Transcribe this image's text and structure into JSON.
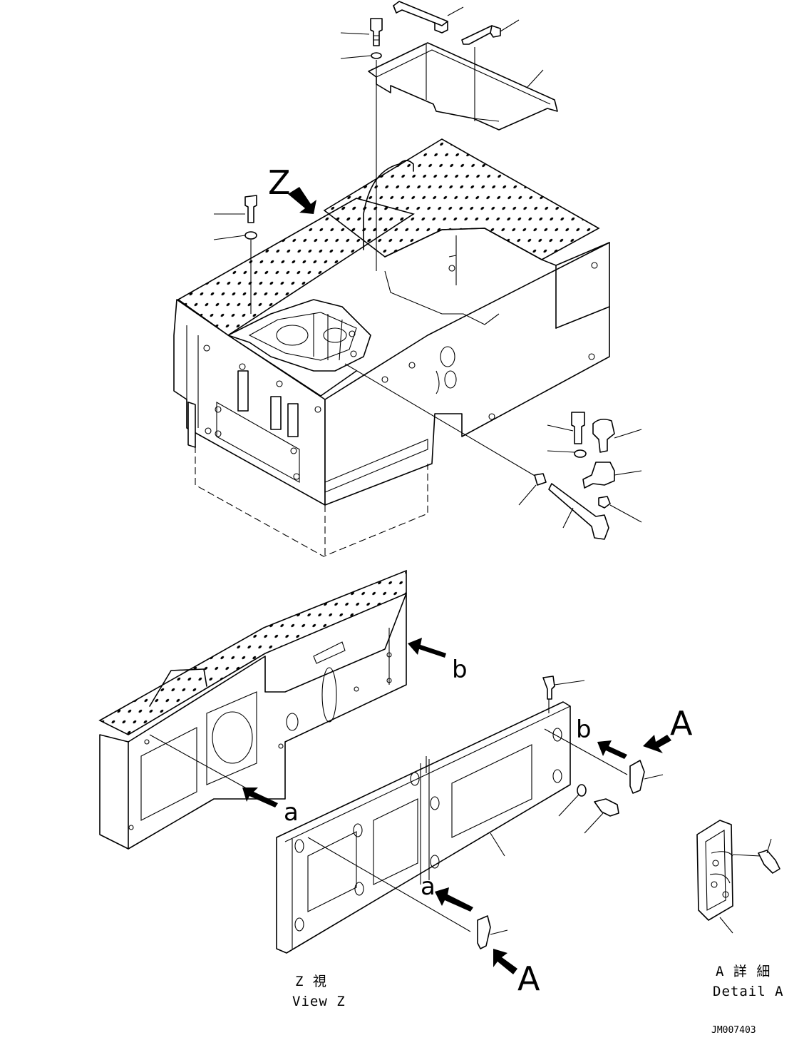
{
  "labels": {
    "view_marker": "Z",
    "detail_marker_upper": "A",
    "detail_marker_lower": "A",
    "ref_a_left": "a",
    "ref_a_panel": "a",
    "ref_b_upper": "b",
    "ref_b_right": "b"
  },
  "captions": {
    "view_z_jp": "Z 視",
    "view_z_en": "View Z",
    "detail_a_jp": "A 詳 細",
    "detail_a_en": "Detail A"
  },
  "drawing_code": "JM007403"
}
